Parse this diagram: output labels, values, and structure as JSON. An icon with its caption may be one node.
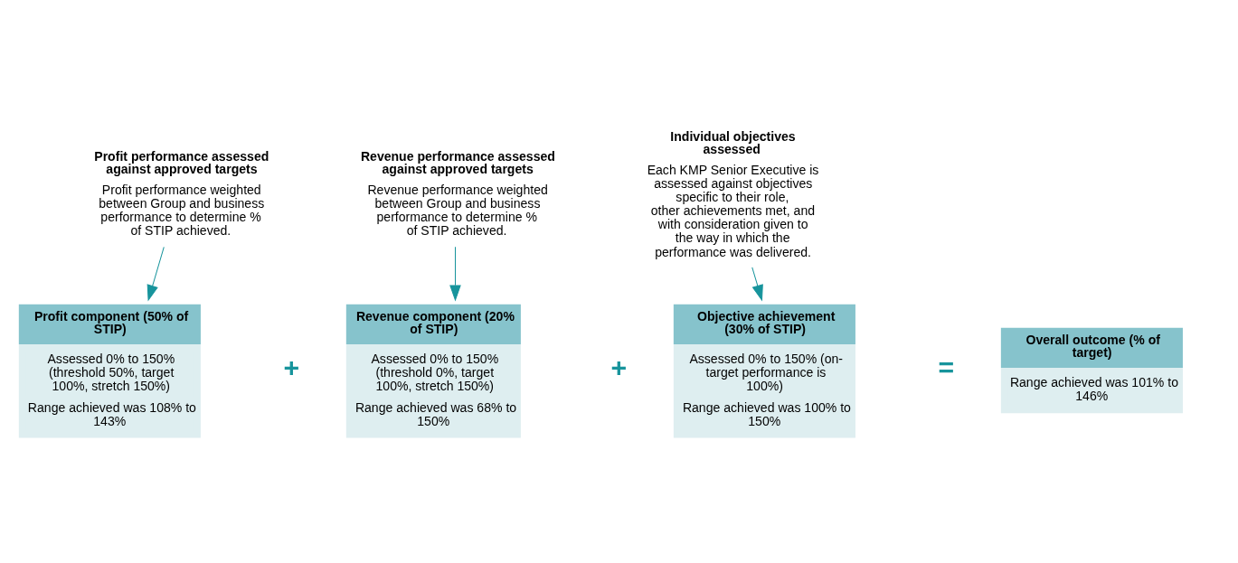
{
  "diagram": {
    "nodes": [
      {
        "text": [
          "Profit performance assessed against approved targets",
          "Profit performance weighted between Group and business performance to determine % of STIP achieved."
        ]
      },
      {
        "text": [
          "Revenue performance assessed against approved targets",
          "Revenue performance weighted between Group and business performance to determine % of STIP achieved."
        ]
      },
      {
        "text": [
          "Individual objectives assessed",
          "Each KMP Senior Executive is assessed against objectives specific to their role, other achievements met, and with consideration given to the way in which the performance was delivered."
        ]
      },
      {
        "text": [
          "Profit component (50% of STIP)",
          "Assessed 0% to 150% (threshold 50%, target 100%, stretch 150%)",
          "Range achieved was 108% to 143%"
        ]
      },
      {
        "text": [
          "Revenue component (20% of STIP)",
          "Assessed 0% to 150% (threshold 0%, target 100%, stretch 150%)",
          "Range achieved was 68% to 150%"
        ]
      },
      {
        "text": [
          "Objective achievement (30% of STIP)",
          "Assessed 0% to 150% (on-target performance is 100%)",
          "Range achieved was 100% to 150%"
        ]
      },
      {
        "text": [
          "Overall outcome (% of target)",
          "Range achieved was 101% to 146%"
        ]
      }
    ],
    "edges": [
      {
        "from": 0,
        "to": 3,
        "arrow": "to"
      },
      {
        "from": 1,
        "to": 4,
        "arrow": "to"
      },
      {
        "from": 2,
        "to": 5,
        "arrow": "to"
      }
    ],
    "labels": [
      "+",
      "+",
      "="
    ]
  }
}
